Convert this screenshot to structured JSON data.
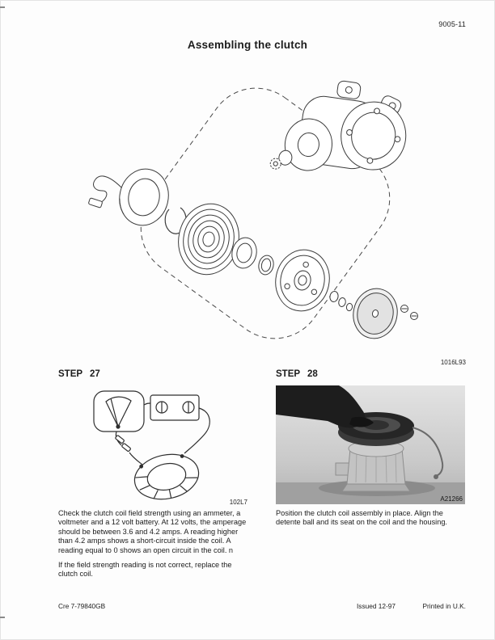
{
  "page": {
    "number": "9005-11",
    "title": "Assembling the clutch",
    "main_figure_code": "1016L93"
  },
  "steps": {
    "step27": {
      "heading": "STEP 27",
      "figure_code": "102L7",
      "para1": "Check the clutch coil field strength using an ammeter, a voltmeter and a 12 volt battery. At 12 volts, the amperage should be between 3.6 and 4.2 amps. A reading higher than 4.2 amps shows a short-circuit inside the coil. A reading equal to 0 shows an open circuit in the coil. n",
      "para2": "If the field strength reading is not correct, replace the clutch coil."
    },
    "step28": {
      "heading": "STEP 28",
      "photo_code": "A21266",
      "para1": "Position the clutch coil assembly in place. Align the detente ball and its seat on the coil and the housing."
    }
  },
  "footer": {
    "left": "Cre 7-79840GB",
    "center": "Issued 12-97",
    "right": "Printed in U.K."
  }
}
